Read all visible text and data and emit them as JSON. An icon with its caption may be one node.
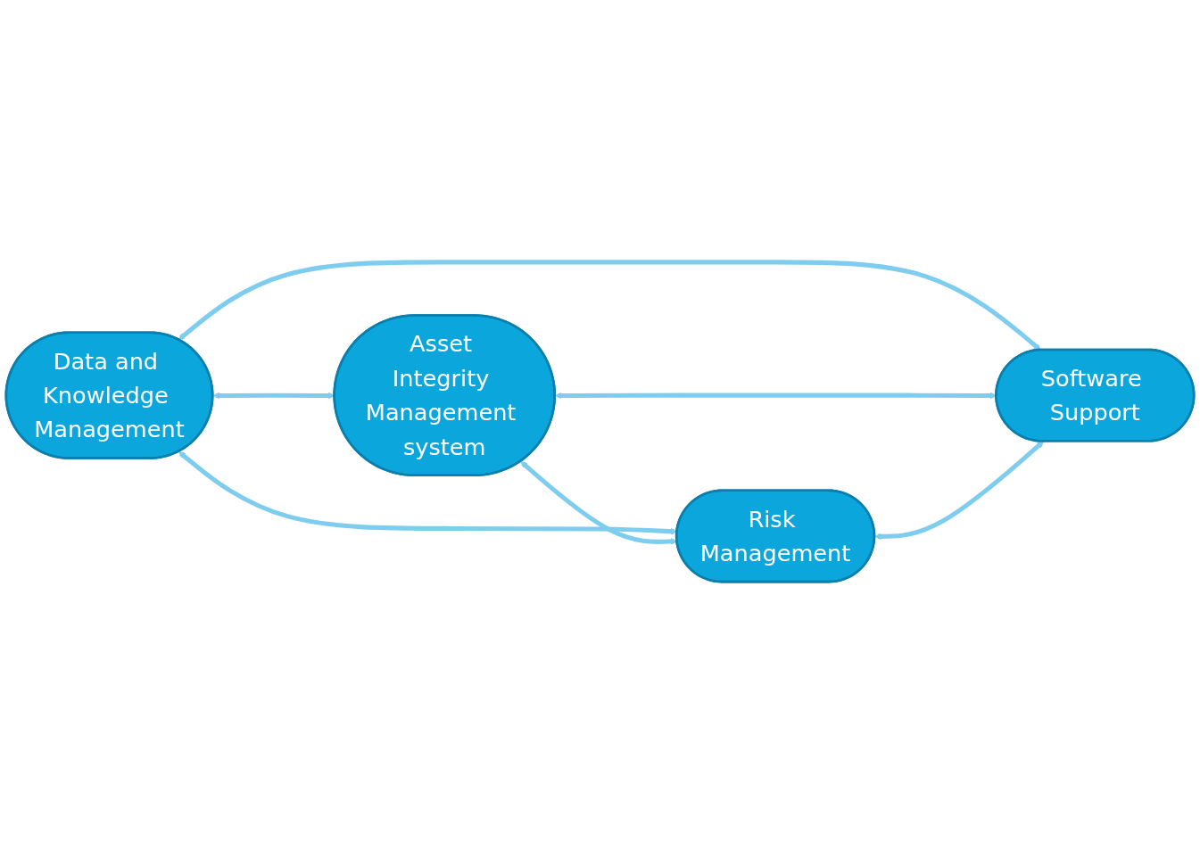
{
  "diagram": {
    "nodes": [
      {
        "text": [
          "Data and Knowledge Management"
        ]
      },
      {
        "text": [
          "Asset Integrity Management system"
        ]
      },
      {
        "text": [
          "Risk Management"
        ]
      },
      {
        "text": [
          "Software Support"
        ]
      }
    ],
    "edges": [
      {
        "from": 0,
        "to": 1,
        "arrow": "both"
      },
      {
        "from": 0,
        "to": 2,
        "arrow": "both"
      },
      {
        "from": 0,
        "to": 3,
        "arrow": "both"
      },
      {
        "from": 1,
        "to": 2,
        "arrow": "both"
      },
      {
        "from": 1,
        "to": 3,
        "arrow": "both"
      },
      {
        "from": 2,
        "to": 3,
        "arrow": "both"
      }
    ]
  }
}
